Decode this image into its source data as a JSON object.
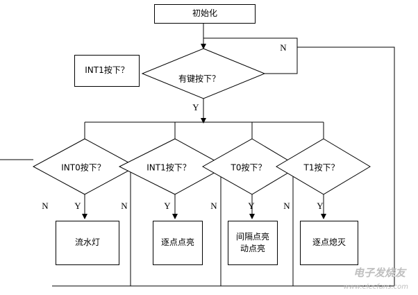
{
  "flowchart": {
    "start": "初始化",
    "int1_note": "INT1按下？",
    "key_decision": "有键按下？",
    "decisions": [
      "INT0按下？",
      "INT1按下？",
      "T0按下？",
      "T1按下？"
    ],
    "actions": [
      "流水灯",
      "逐点点亮",
      "间隔点亮\n动点亮",
      "逐点熄灭"
    ],
    "yes_label": "Y",
    "no_label": "N"
  },
  "watermark": {
    "brand": "电子发烧友",
    "url": "www.elecfans.com"
  }
}
